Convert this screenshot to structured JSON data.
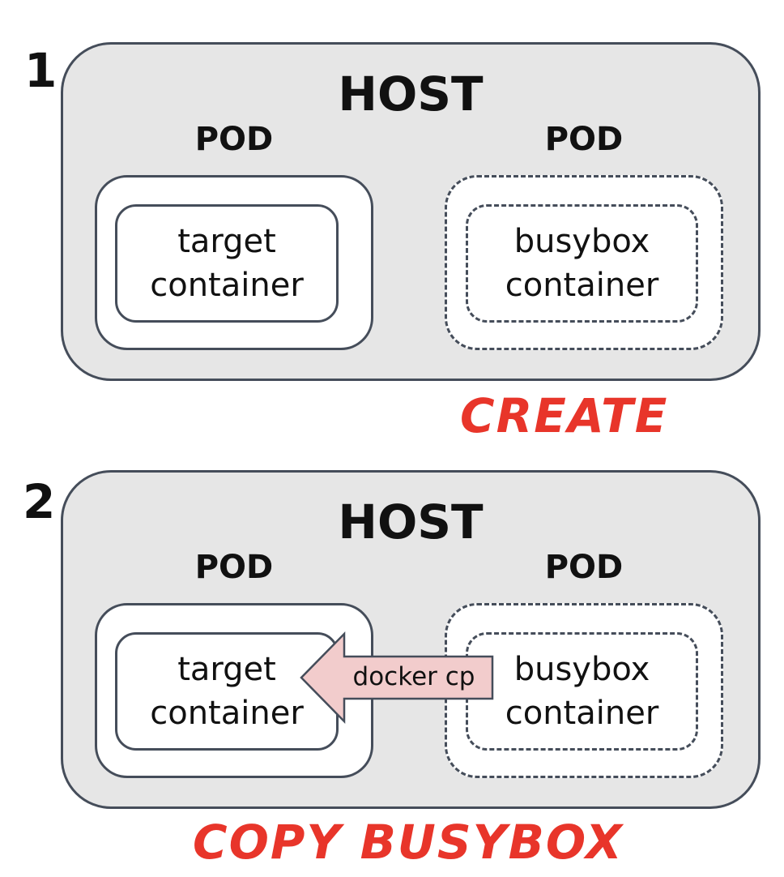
{
  "panels": [
    {
      "step": "1",
      "host_label": "HOST",
      "left_pod": {
        "label": "POD",
        "container_lines": [
          "target",
          "container"
        ]
      },
      "right_pod": {
        "label": "POD",
        "container_lines": [
          "busybox",
          "container"
        ]
      },
      "action": "CREATE"
    },
    {
      "step": "2",
      "host_label": "HOST",
      "left_pod": {
        "label": "POD",
        "container_lines": [
          "target",
          "container"
        ]
      },
      "right_pod": {
        "label": "POD",
        "container_lines": [
          "busybox",
          "container"
        ]
      },
      "arrow_label": "docker cp",
      "action": "COPY BUSYBOX"
    }
  ],
  "colors": {
    "host_fill": "#e6e6e6",
    "outline": "#454d5a",
    "arrow_fill": "#f2cccc",
    "action_text": "#e8352a"
  }
}
